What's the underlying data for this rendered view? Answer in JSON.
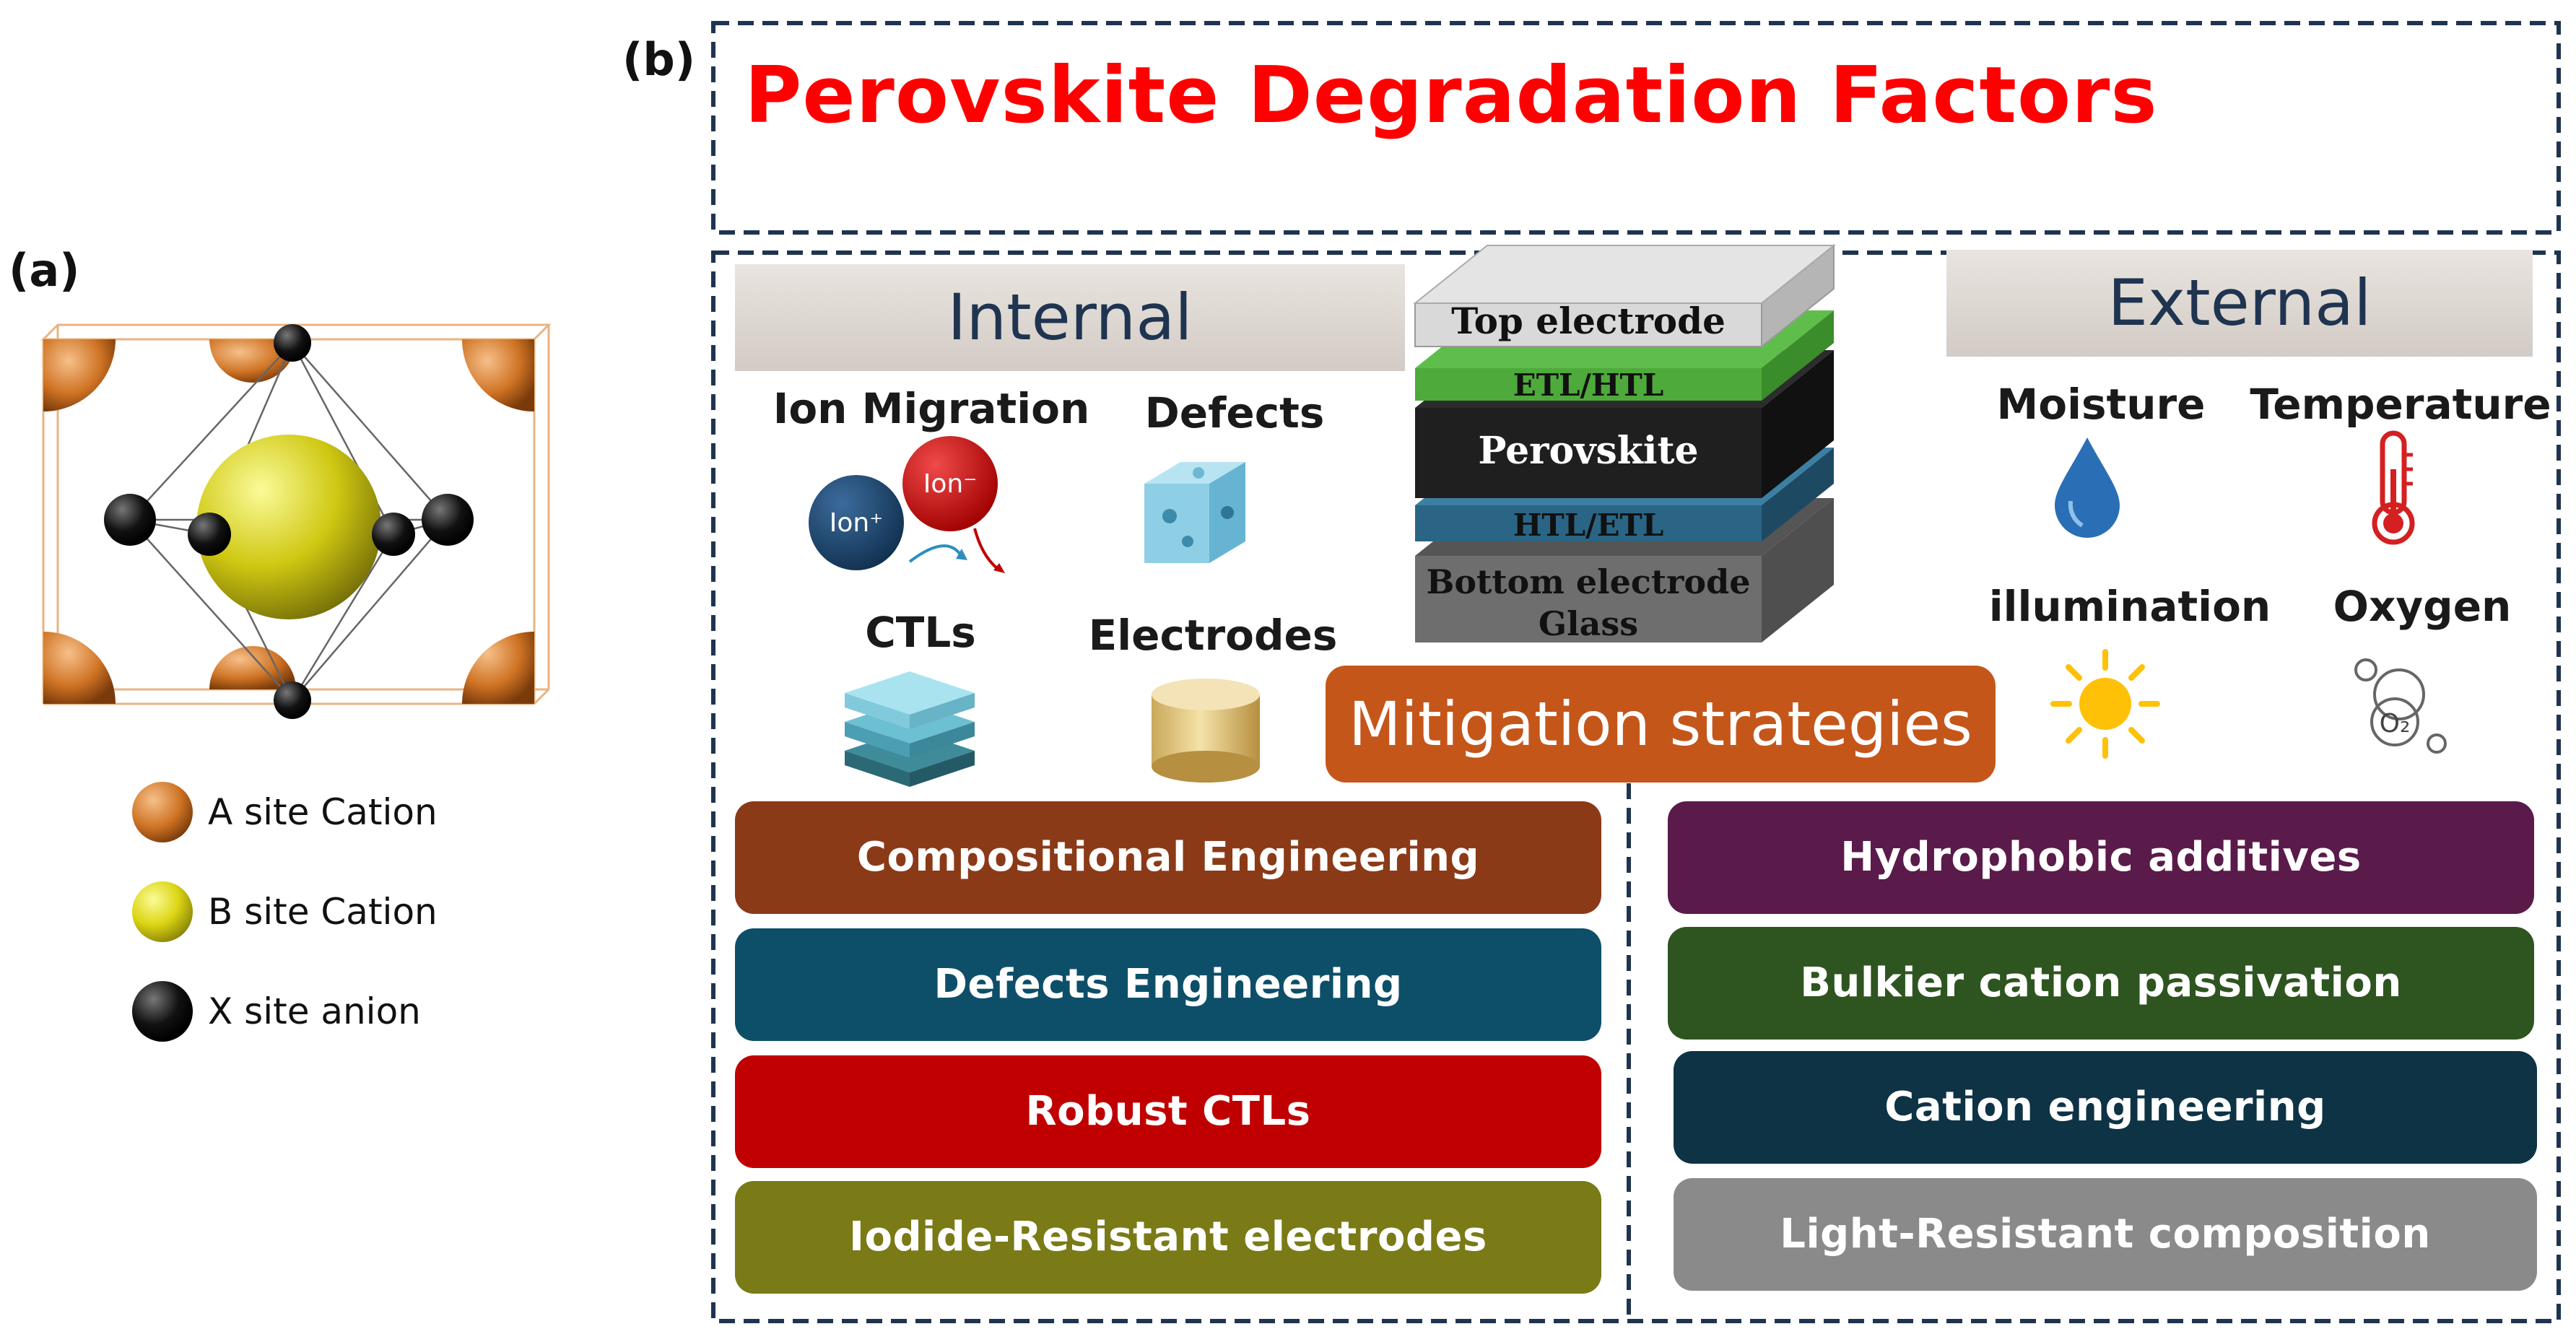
{
  "panel_a": {
    "label": "(a)",
    "legend": [
      {
        "text": "A site Cation",
        "color": "#d27d2e"
      },
      {
        "text": "B site Cation",
        "color": "#e3df1a"
      },
      {
        "text": "X site anion",
        "color": "#111111"
      }
    ]
  },
  "panel_b": {
    "label": "(b)",
    "title": "Perovskite Degradation Factors",
    "title_color": "#ff0000",
    "internal": {
      "header": "Internal",
      "factors": [
        "Ion Migration",
        "Defects",
        "CTLs",
        "Electrodes"
      ],
      "ion_pos": "Ion⁺",
      "ion_neg": "Ion⁻"
    },
    "external": {
      "header": "External",
      "factors": [
        "Moisture",
        "Temperature",
        "illumination",
        "Oxygen"
      ],
      "oxygen_symbol": "O₂"
    },
    "device_stack": [
      "Top electrode",
      "ETL/HTL",
      "Perovskite",
      "HTL/ETL",
      "Bottom electrode",
      "Glass"
    ],
    "mitigation": "Mitigation strategies",
    "internal_strategies": [
      {
        "text": "Compositional Engineering",
        "color": "#8b3a18"
      },
      {
        "text": "Defects Engineering",
        "color": "#0d4f69"
      },
      {
        "text": "Robust CTLs",
        "color": "#c00000"
      },
      {
        "text": "Iodide-Resistant electrodes",
        "color": "#7a7a17"
      }
    ],
    "external_strategies": [
      {
        "text": "Hydrophobic additives",
        "color": "#5a1a4a"
      },
      {
        "text": "Bulkier cation passivation",
        "color": "#2e5520"
      },
      {
        "text": "Cation engineering",
        "color": "#0d3345"
      },
      {
        "text": "Light-Resistant composition",
        "color": "#8a8a8a"
      }
    ]
  }
}
